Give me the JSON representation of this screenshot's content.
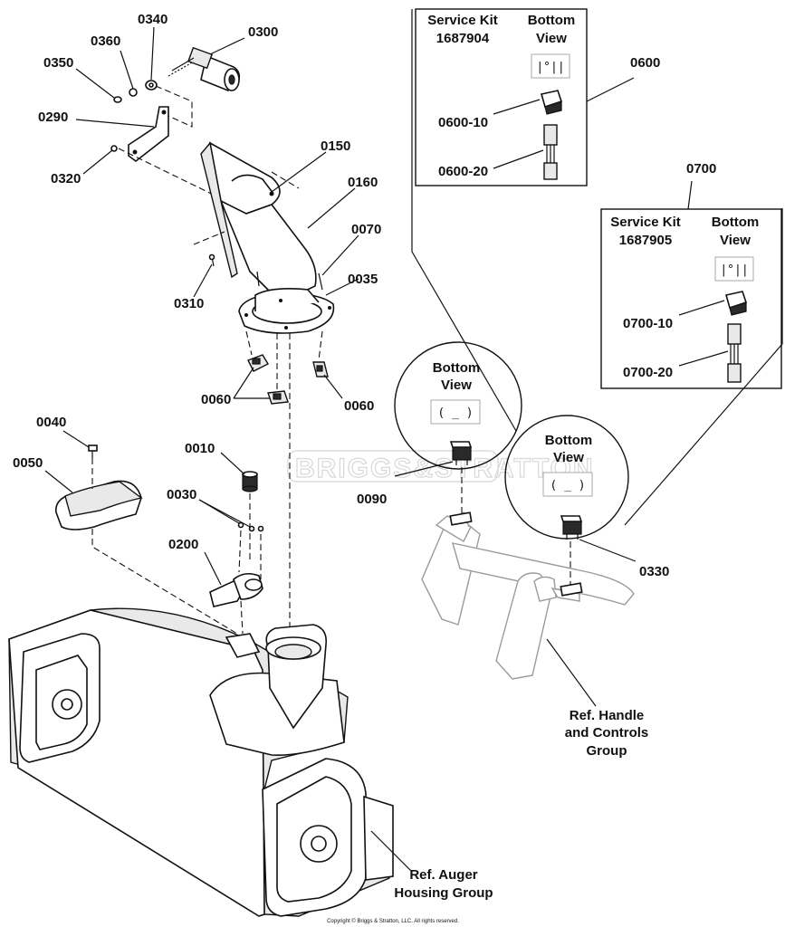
{
  "part_labels": {
    "p0340": "0340",
    "p0360": "0360",
    "p0300": "0300",
    "p0350": "0350",
    "p0290": "0290",
    "p0320": "0320",
    "p0150": "0150",
    "p0160": "0160",
    "p0070": "0070",
    "p0035": "0035",
    "p0310": "0310",
    "p0060a": "0060",
    "p0060b": "0060",
    "p0040": "0040",
    "p0050": "0050",
    "p0010": "0010",
    "p0030": "0030",
    "p0200": "0200",
    "p0090": "0090",
    "p0330": "0330",
    "p0600": "0600",
    "p0700": "0700"
  },
  "kit_0600": {
    "service_kit": "Service Kit",
    "number": "1687904",
    "bottom": "Bottom",
    "view": "View",
    "item1": "0600-10",
    "item2": "0600-20"
  },
  "kit_0700": {
    "service_kit": "Service Kit",
    "number": "1687905",
    "bottom": "Bottom",
    "view": "View",
    "item1": "0700-10",
    "item2": "0700-20"
  },
  "circle_0090": {
    "bottom": "Bottom",
    "view": "View"
  },
  "circle_0330": {
    "bottom": "Bottom",
    "view": "View"
  },
  "refs": {
    "handle_1": "Ref. Handle",
    "handle_2": "and Controls",
    "handle_3": "Group",
    "auger_1": "Ref. Auger",
    "auger_2": "Housing Group"
  },
  "watermark": "BRIGGS&STRATTON",
  "copyright": "Copyright © Briggs & Stratton, LLC. All rights reserved.",
  "icons": [
    "switch-bottom-view-icon",
    "rocker-switch-icon",
    "wire-harness-icon"
  ]
}
